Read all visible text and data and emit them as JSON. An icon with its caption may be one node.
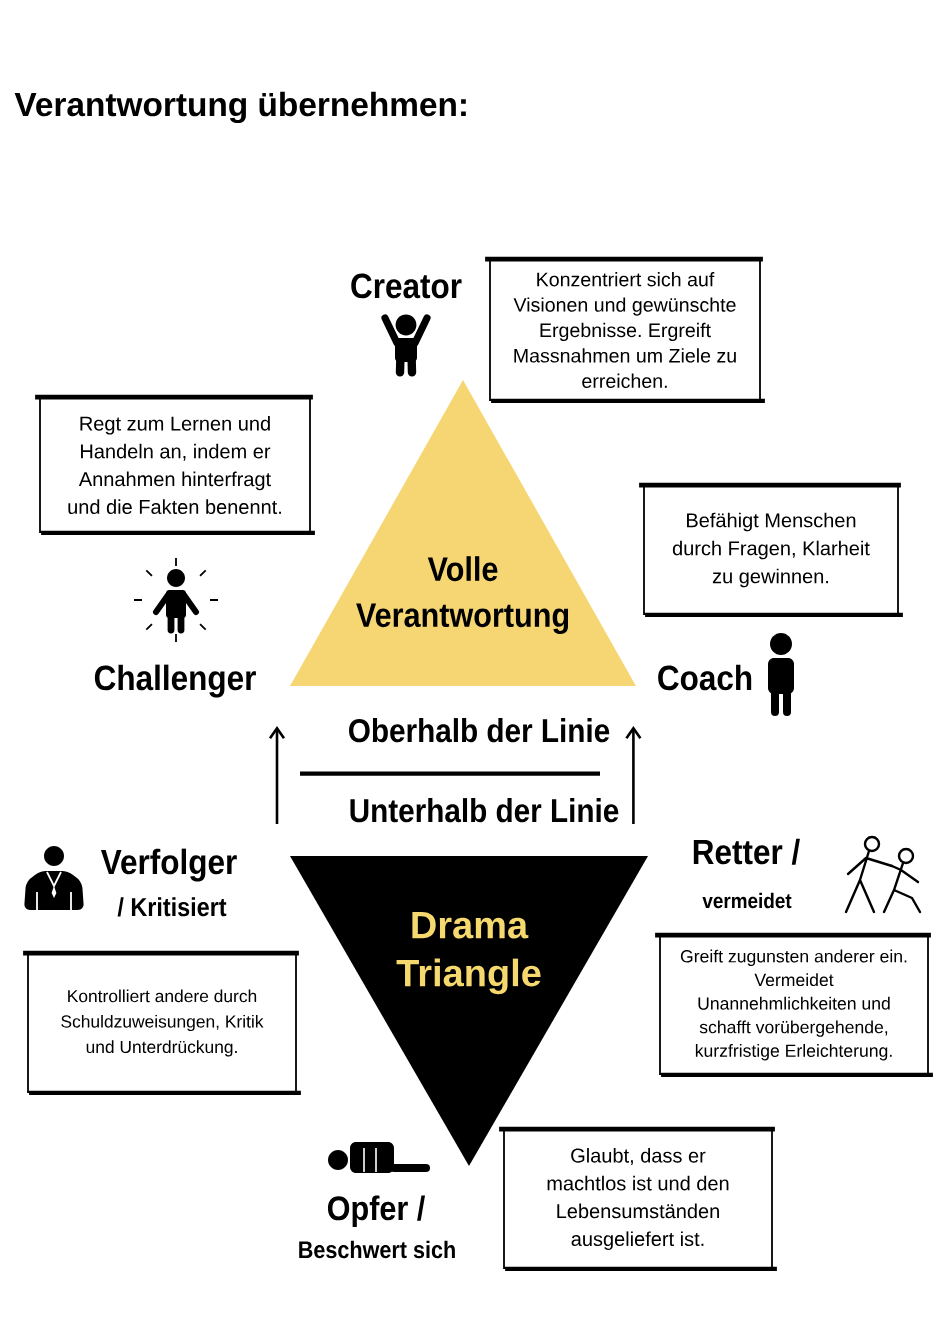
{
  "diagram": {
    "title": "Verantwortung übernehmen:",
    "nodes": [
      {
        "text": [
          "Konzentriert sich auf Visionen und gewünschte Ergebnisse. Ergreift Massnahmen um Ziele zu erreichen."
        ]
      },
      {
        "text": [
          "Volle Verantwortung"
        ]
      },
      {
        "text": [
          "Regt zum Lernen und Handeln an, indem er Annahmen hinterfragt und die Fakten benennt."
        ]
      },
      {
        "text": [
          "Befähigt Menschen durch Fragen, Klarheit zu gewinnen."
        ]
      },
      {
        "text": [
          "Drama Triangle"
        ]
      },
      {
        "text": [
          "Kontrolliert andere durch Schuldzuweisungen, Kritik und Unterdrückung."
        ]
      },
      {
        "text": [
          "Greift zugunsten anderer ein. Vermeidet Unannehmlichkeiten und schafft vorübergehende, kurzfristige Erleichterung."
        ]
      },
      {
        "text": [
          "Glaubt, dass er machtlos ist und den Lebensumständen ausgeliefert ist."
        ]
      }
    ],
    "labels": [
      "Creator",
      "Challenger",
      "Coach",
      "Oberhalb der Linie",
      "Unterhalb der Linie",
      "Verfolger",
      "Retter /",
      "/ Kritisiert",
      "vermeidet",
      "Opfer /",
      "Beschwert sich"
    ]
  }
}
